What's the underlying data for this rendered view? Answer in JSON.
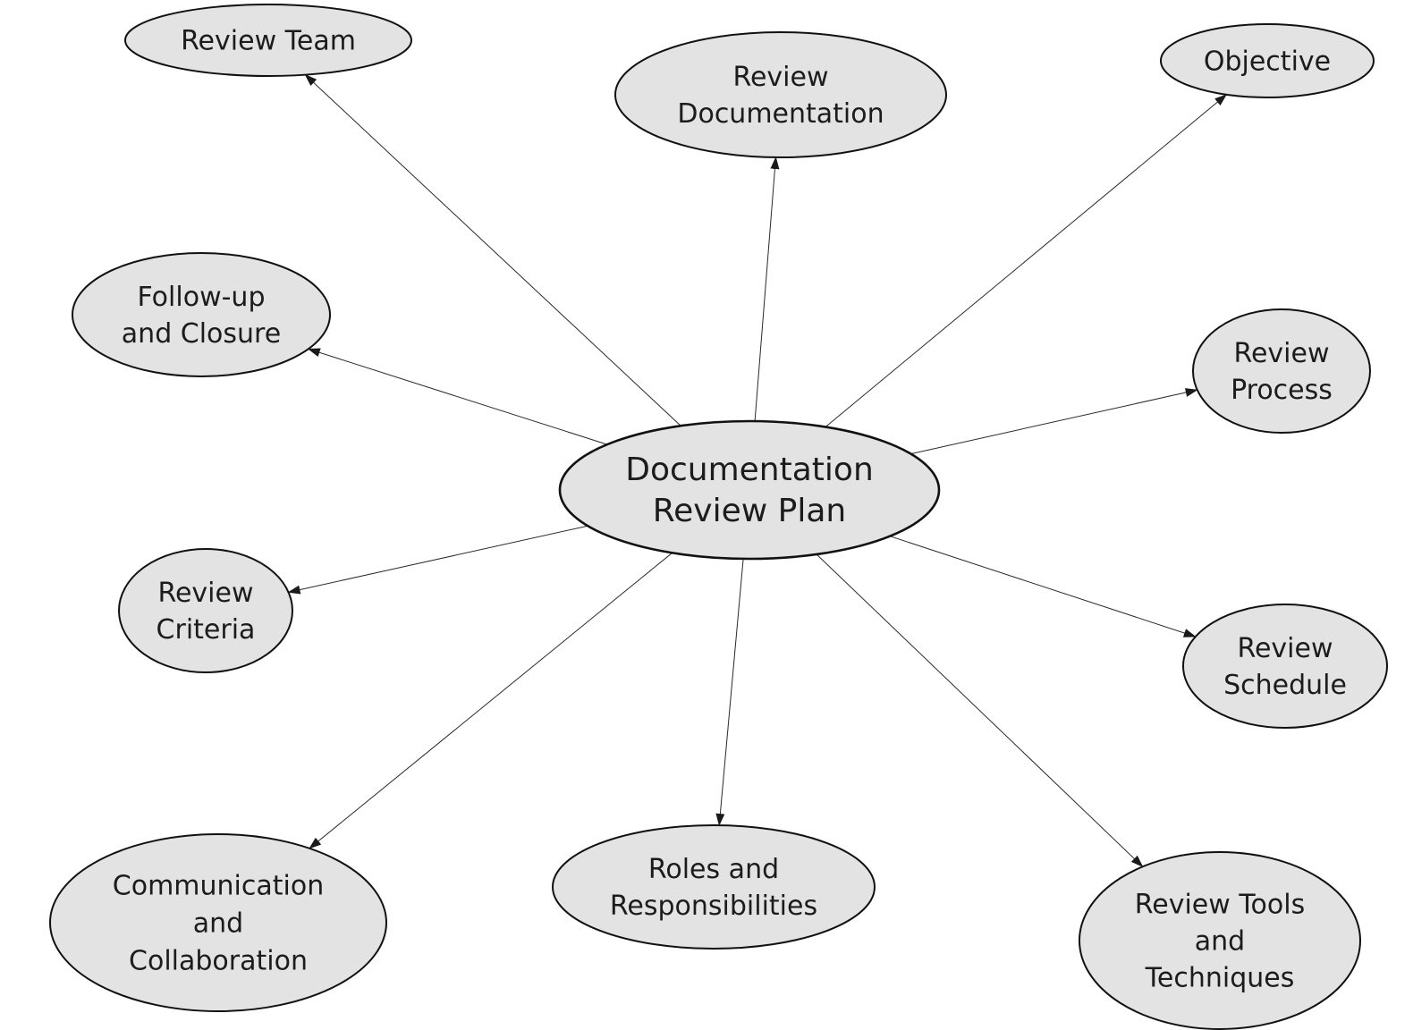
{
  "center": {
    "id": "center",
    "lines": [
      "Documentation",
      "Review Plan"
    ]
  },
  "nodes": [
    {
      "id": "review-team",
      "lines": [
        "Review Team"
      ]
    },
    {
      "id": "review-documentation",
      "lines": [
        "Review",
        "Documentation"
      ]
    },
    {
      "id": "objective",
      "lines": [
        "Objective"
      ]
    },
    {
      "id": "follow-up-and-closure",
      "lines": [
        "Follow-up",
        "and Closure"
      ]
    },
    {
      "id": "review-process",
      "lines": [
        "Review",
        "Process"
      ]
    },
    {
      "id": "review-criteria",
      "lines": [
        "Review",
        "Criteria"
      ]
    },
    {
      "id": "review-schedule",
      "lines": [
        "Review",
        "Schedule"
      ]
    },
    {
      "id": "communication-and-collaboration",
      "lines": [
        "Communication",
        "and",
        "Collaboration"
      ]
    },
    {
      "id": "roles-and-responsibilities",
      "lines": [
        "Roles and",
        "Responsibilities"
      ]
    },
    {
      "id": "review-tools-and-techniques",
      "lines": [
        "Review Tools",
        "and",
        "Techniques"
      ]
    }
  ],
  "edges": [
    {
      "from": "center",
      "to": "review-team"
    },
    {
      "from": "center",
      "to": "review-documentation"
    },
    {
      "from": "center",
      "to": "objective"
    },
    {
      "from": "center",
      "to": "follow-up-and-closure"
    },
    {
      "from": "center",
      "to": "review-process"
    },
    {
      "from": "center",
      "to": "review-criteria"
    },
    {
      "from": "center",
      "to": "review-schedule"
    },
    {
      "from": "center",
      "to": "communication-and-collaboration"
    },
    {
      "from": "center",
      "to": "roles-and-responsibilities"
    },
    {
      "from": "center",
      "to": "review-tools-and-techniques"
    }
  ]
}
